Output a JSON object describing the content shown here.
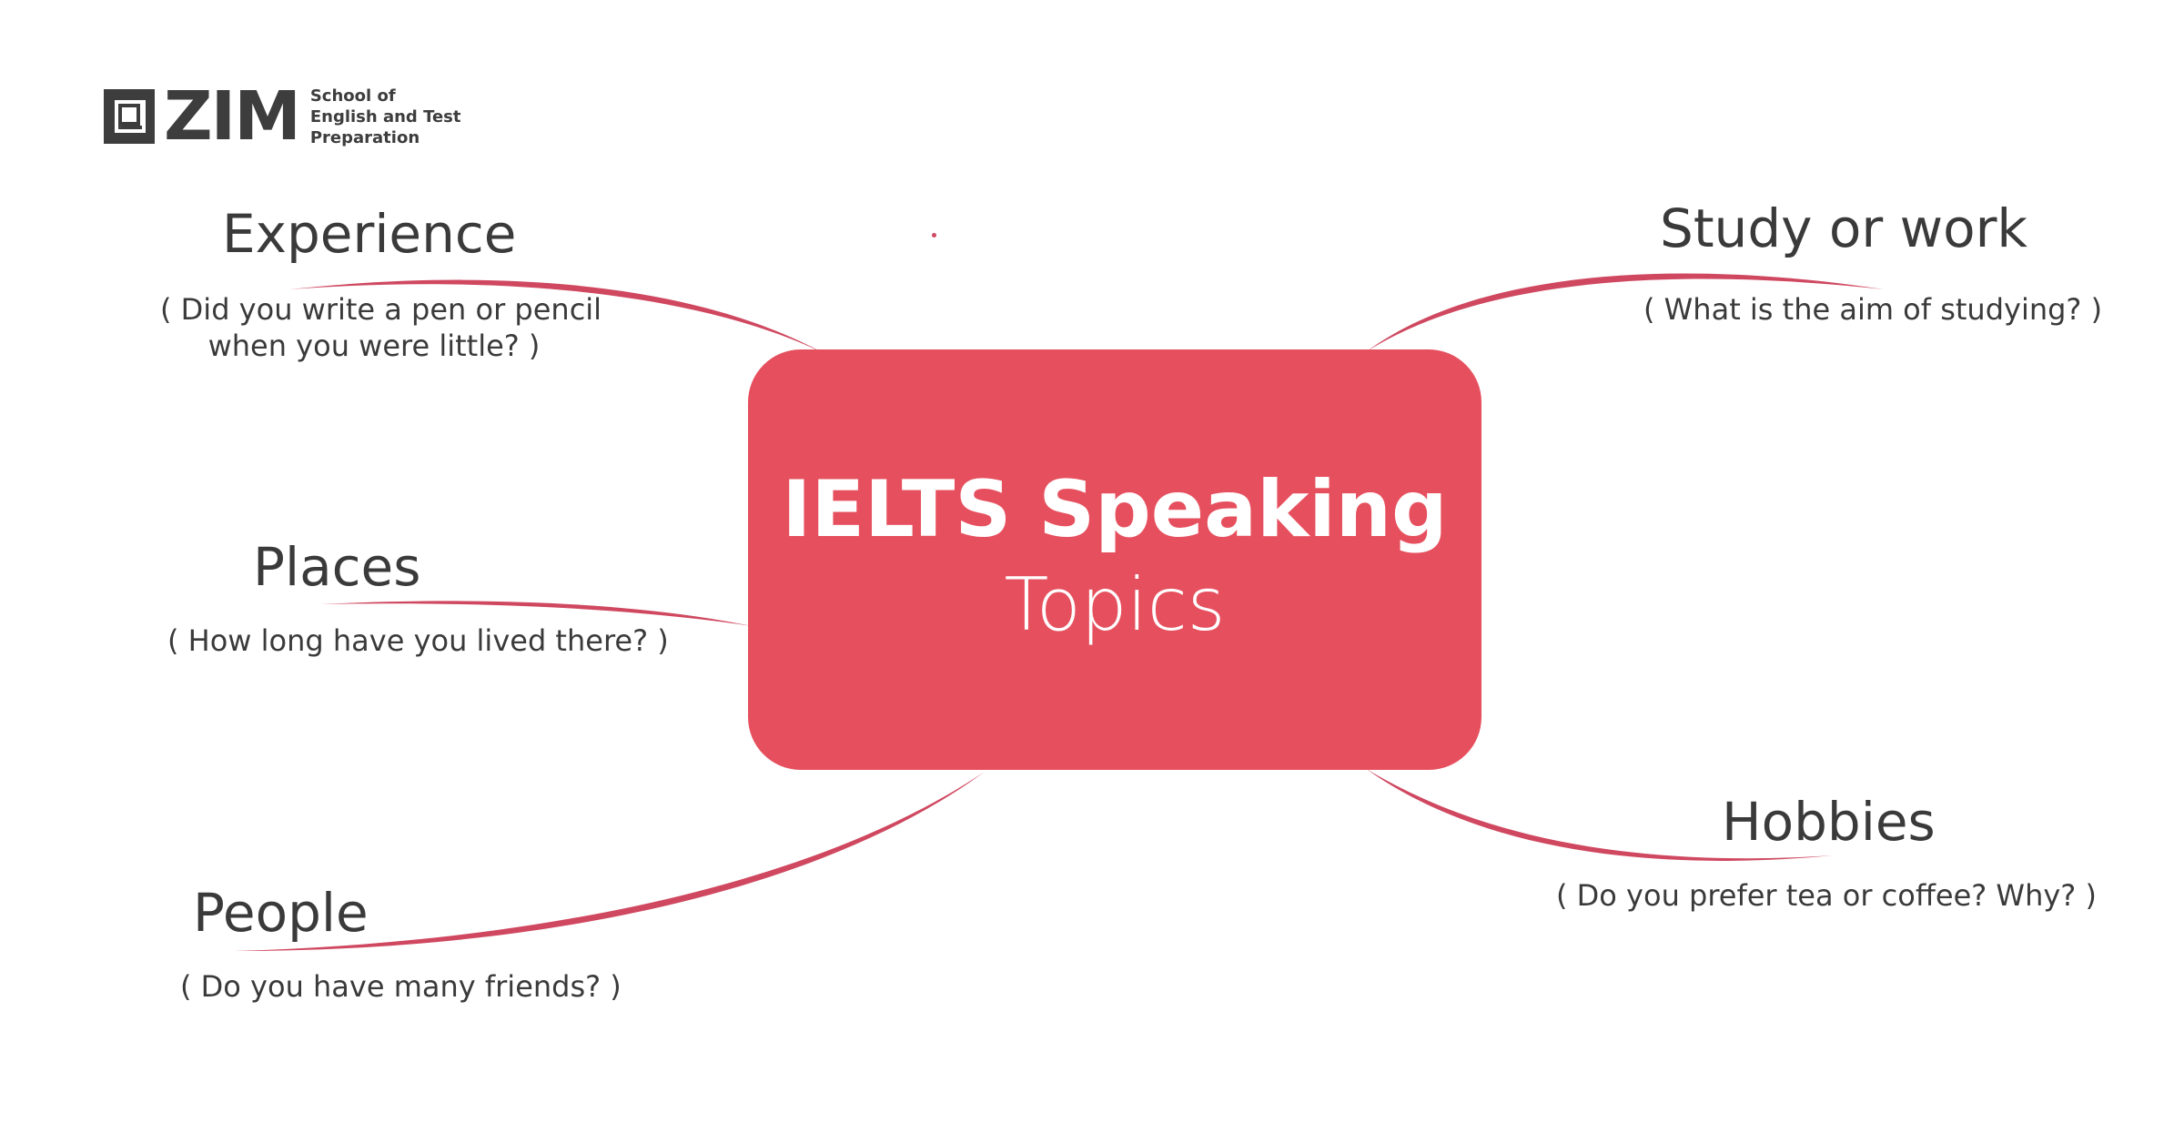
{
  "logo": {
    "name": "ZIM",
    "tagline_lines": [
      "School of",
      "English and Test",
      "Preparation"
    ],
    "color": "#3d3d3d"
  },
  "colors": {
    "accent": "#e6505e",
    "connector": "#cf4860",
    "text": "#3a3a3a"
  },
  "center": {
    "title": "IELTS Speaking",
    "subtitle": "Topics"
  },
  "topics": [
    {
      "id": "experience",
      "label": "Experience",
      "question_lines": [
        "( Did you write a pen or pencil",
        "when you were little?  )"
      ]
    },
    {
      "id": "places",
      "label": "Places",
      "question_lines": [
        "( How long have you lived there? )"
      ]
    },
    {
      "id": "people",
      "label": "People",
      "question_lines": [
        "( Do you have many friends? )"
      ]
    },
    {
      "id": "study",
      "label": "Study or work",
      "question_lines": [
        "( What is the aim of studying? )"
      ]
    },
    {
      "id": "hobbies",
      "label": "Hobbies",
      "question_lines": [
        "( Do you prefer tea or coffee? Why? )"
      ]
    }
  ]
}
